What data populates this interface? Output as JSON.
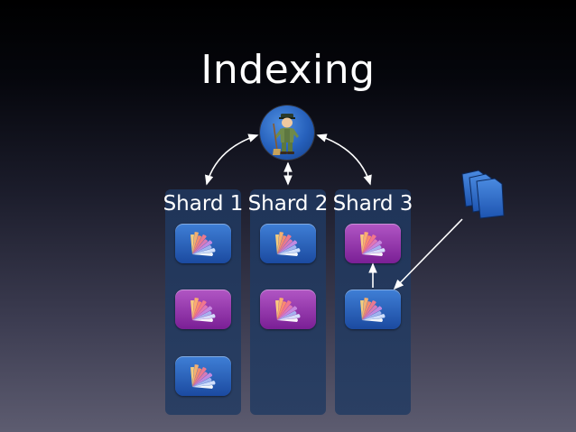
{
  "title": "Indexing",
  "indexer": {
    "icon": "indexer-worker-icon"
  },
  "shards": [
    {
      "label": "Shard 1",
      "segments": [
        "blue",
        "purple",
        "blue"
      ]
    },
    {
      "label": "Shard 2",
      "segments": [
        "blue",
        "purple"
      ]
    },
    {
      "label": "Shard 3",
      "segments": [
        "purple",
        "blue"
      ]
    }
  ],
  "colors": {
    "segment_blue": "#2a64c0",
    "segment_purple": "#9a3ab0",
    "shard_column": "#243a5e",
    "arrow": "#ffffff"
  },
  "incoming_documents": {
    "icon": "documents-stack-icon"
  }
}
